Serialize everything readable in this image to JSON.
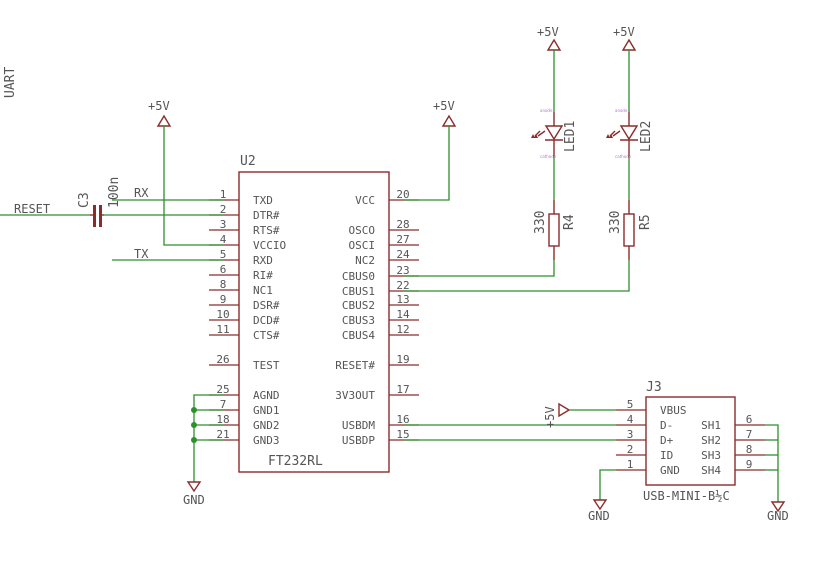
{
  "sheet_label": "UART",
  "u2": {
    "ref": "U2",
    "value": "FT232RL",
    "left_pins": [
      {
        "num": "1",
        "name": "TXD"
      },
      {
        "num": "2",
        "name": "DTR#"
      },
      {
        "num": "3",
        "name": "RTS#"
      },
      {
        "num": "4",
        "name": "VCCIO"
      },
      {
        "num": "5",
        "name": "RXD"
      },
      {
        "num": "6",
        "name": "RI#"
      },
      {
        "num": "8",
        "name": "NC1"
      },
      {
        "num": "9",
        "name": "DSR#"
      },
      {
        "num": "10",
        "name": "DCD#"
      },
      {
        "num": "11",
        "name": "CTS#"
      },
      {
        "num": "26",
        "name": "TEST"
      },
      {
        "num": "25",
        "name": "AGND"
      },
      {
        "num": "7",
        "name": "GND1"
      },
      {
        "num": "18",
        "name": "GND2"
      },
      {
        "num": "21",
        "name": "GND3"
      }
    ],
    "right_pins": [
      {
        "num": "20",
        "name": "VCC"
      },
      {
        "num": "28",
        "name": "OSCO"
      },
      {
        "num": "27",
        "name": "OSCI"
      },
      {
        "num": "24",
        "name": "NC2"
      },
      {
        "num": "23",
        "name": "CBUS0"
      },
      {
        "num": "22",
        "name": "CBUS1"
      },
      {
        "num": "13",
        "name": "CBUS2"
      },
      {
        "num": "14",
        "name": "CBUS3"
      },
      {
        "num": "12",
        "name": "CBUS4"
      },
      {
        "num": "19",
        "name": "RESET#"
      },
      {
        "num": "17",
        "name": "3V3OUT"
      },
      {
        "num": "16",
        "name": "USBDM"
      },
      {
        "num": "15",
        "name": "USBDP"
      }
    ]
  },
  "c3": {
    "ref": "C3",
    "value": "100n"
  },
  "nets": {
    "reset": "RESET",
    "rx": "RX",
    "tx": "TX"
  },
  "power": {
    "vcc": "+5V",
    "gnd": "GND"
  },
  "led1": {
    "ref": "LED1"
  },
  "led2": {
    "ref": "LED2"
  },
  "r4": {
    "ref": "R4",
    "value": "330"
  },
  "r5": {
    "ref": "R5",
    "value": "330"
  },
  "j3": {
    "ref": "J3",
    "value": "USB-MINI-B½C",
    "left_pins": [
      {
        "num": "5",
        "name": "VBUS"
      },
      {
        "num": "4",
        "name": "D-"
      },
      {
        "num": "3",
        "name": "D+"
      },
      {
        "num": "2",
        "name": "ID"
      },
      {
        "num": "1",
        "name": "GND"
      }
    ],
    "right_pins": [
      {
        "num": "6",
        "name": "SH1"
      },
      {
        "num": "7",
        "name": "SH2"
      },
      {
        "num": "8",
        "name": "SH3"
      },
      {
        "num": "9",
        "name": "SH4"
      }
    ]
  },
  "colors": {
    "symbol": "#8b2c2c",
    "wire": "#2f8f2f",
    "text": "#555555"
  }
}
